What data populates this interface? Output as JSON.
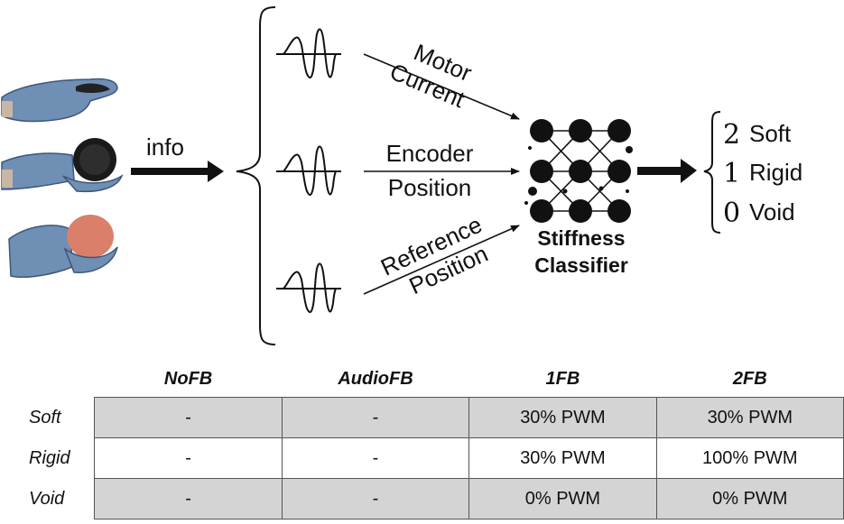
{
  "input_label": "info",
  "signals": [
    {
      "line1": "Motor",
      "line2": "Current"
    },
    {
      "line1": "Encoder",
      "line2": "Position"
    },
    {
      "line1": "Reference",
      "line2": "Position"
    }
  ],
  "classifier": {
    "line1": "Stiffness",
    "line2": "Classifier"
  },
  "outputs": [
    {
      "value": "2",
      "label": "Soft"
    },
    {
      "value": "1",
      "label": "Rigid"
    },
    {
      "value": "0",
      "label": "Void"
    }
  ],
  "table": {
    "columns": [
      "NoFB",
      "AudioFB",
      "1FB",
      "2FB"
    ],
    "rows": [
      {
        "label": "Soft",
        "cells": [
          "-",
          "-",
          "30% PWM",
          "30% PWM"
        ]
      },
      {
        "label": "Rigid",
        "cells": [
          "-",
          "-",
          "30% PWM",
          "100% PWM"
        ]
      },
      {
        "label": "Void",
        "cells": [
          "-",
          "-",
          "0% PWM",
          "0% PWM"
        ]
      }
    ]
  },
  "colors": {
    "ink": "#111111",
    "table_shade": "#d4d4d4",
    "glove": "#6f8fb5",
    "object_dark": "#1a1a1a",
    "object_soft": "#d97f6a"
  }
}
